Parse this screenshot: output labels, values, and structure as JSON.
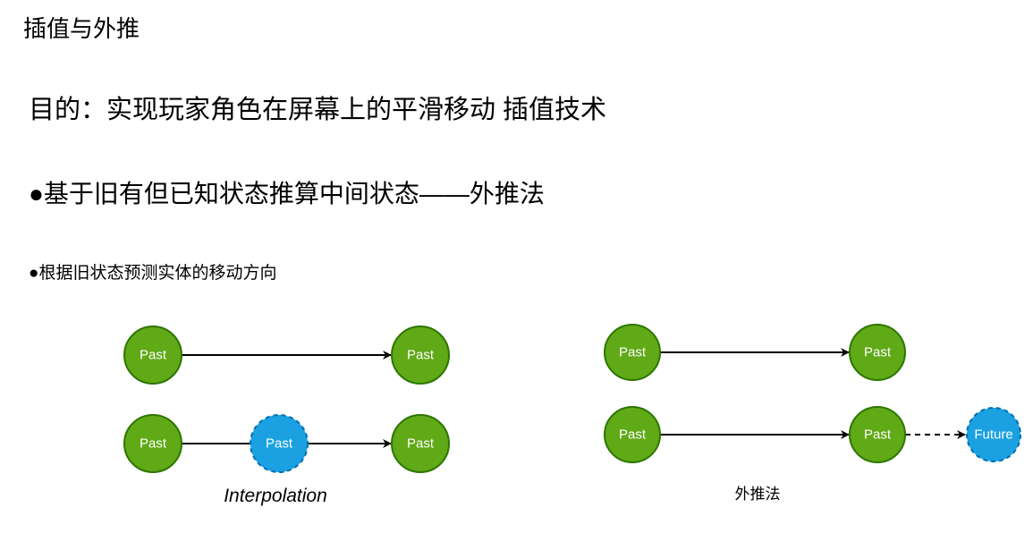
{
  "slide": {
    "title": "插值与外推",
    "goal": "目的：实现玩家角色在屏幕上的平滑移动 插值技术",
    "bullet_1": "●基于旧有但已知状态推算中间状态——外推法",
    "bullet_2": "●根据旧状态预测实体的移动方向"
  },
  "diagrams": {
    "interpolation": {
      "caption": "Interpolation",
      "row1": [
        "Past",
        "Past"
      ],
      "row2": [
        "Past",
        "Past",
        "Past"
      ]
    },
    "extrapolation": {
      "caption": "外推法",
      "row1": [
        "Past",
        "Past"
      ],
      "row2": [
        "Past",
        "Past",
        "Future"
      ]
    }
  },
  "colors": {
    "past": "#60A917",
    "past_border": "#2D7600",
    "estimated": "#1BA1E2",
    "estimated_border": "#006EAF"
  }
}
